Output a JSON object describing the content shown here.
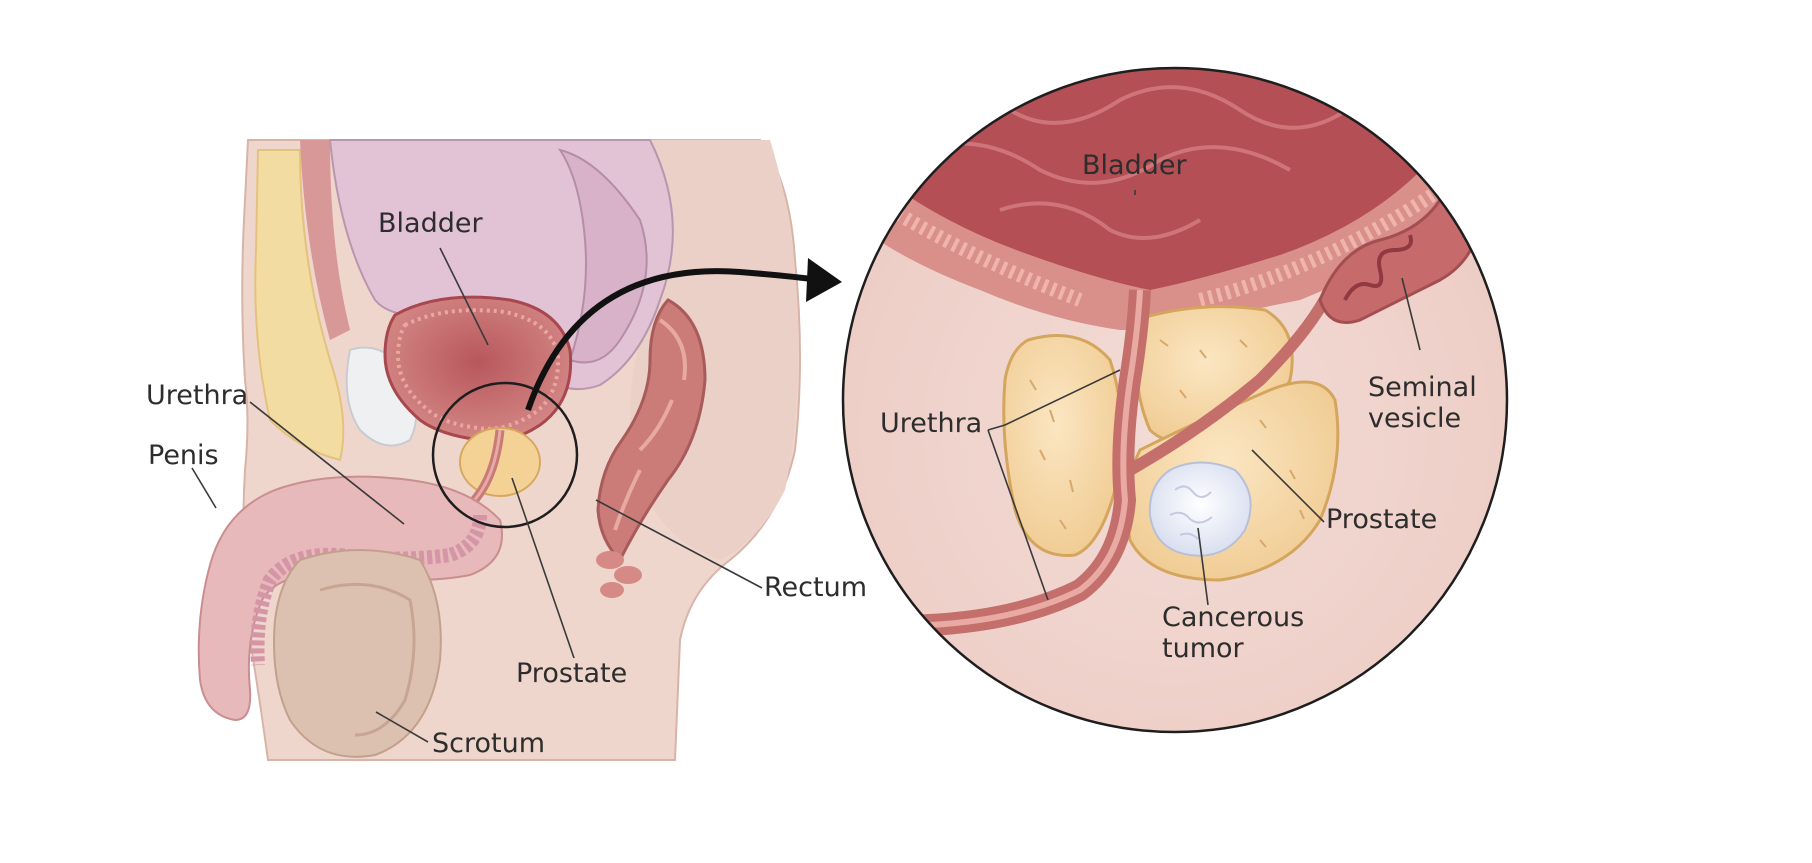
{
  "figure": {
    "overview_labels": {
      "bladder": "Bladder",
      "urethra": "Urethra",
      "penis": "Penis",
      "prostate": "Prostate",
      "rectum": "Rectum",
      "scrotum": "Scrotum"
    },
    "detail_labels": {
      "bladder": "Bladder",
      "urethra": "Urethra",
      "seminal_vesicle": "Seminal\nvesicle",
      "prostate": "Prostate",
      "tumor": "Cancerous\ntumor"
    }
  }
}
